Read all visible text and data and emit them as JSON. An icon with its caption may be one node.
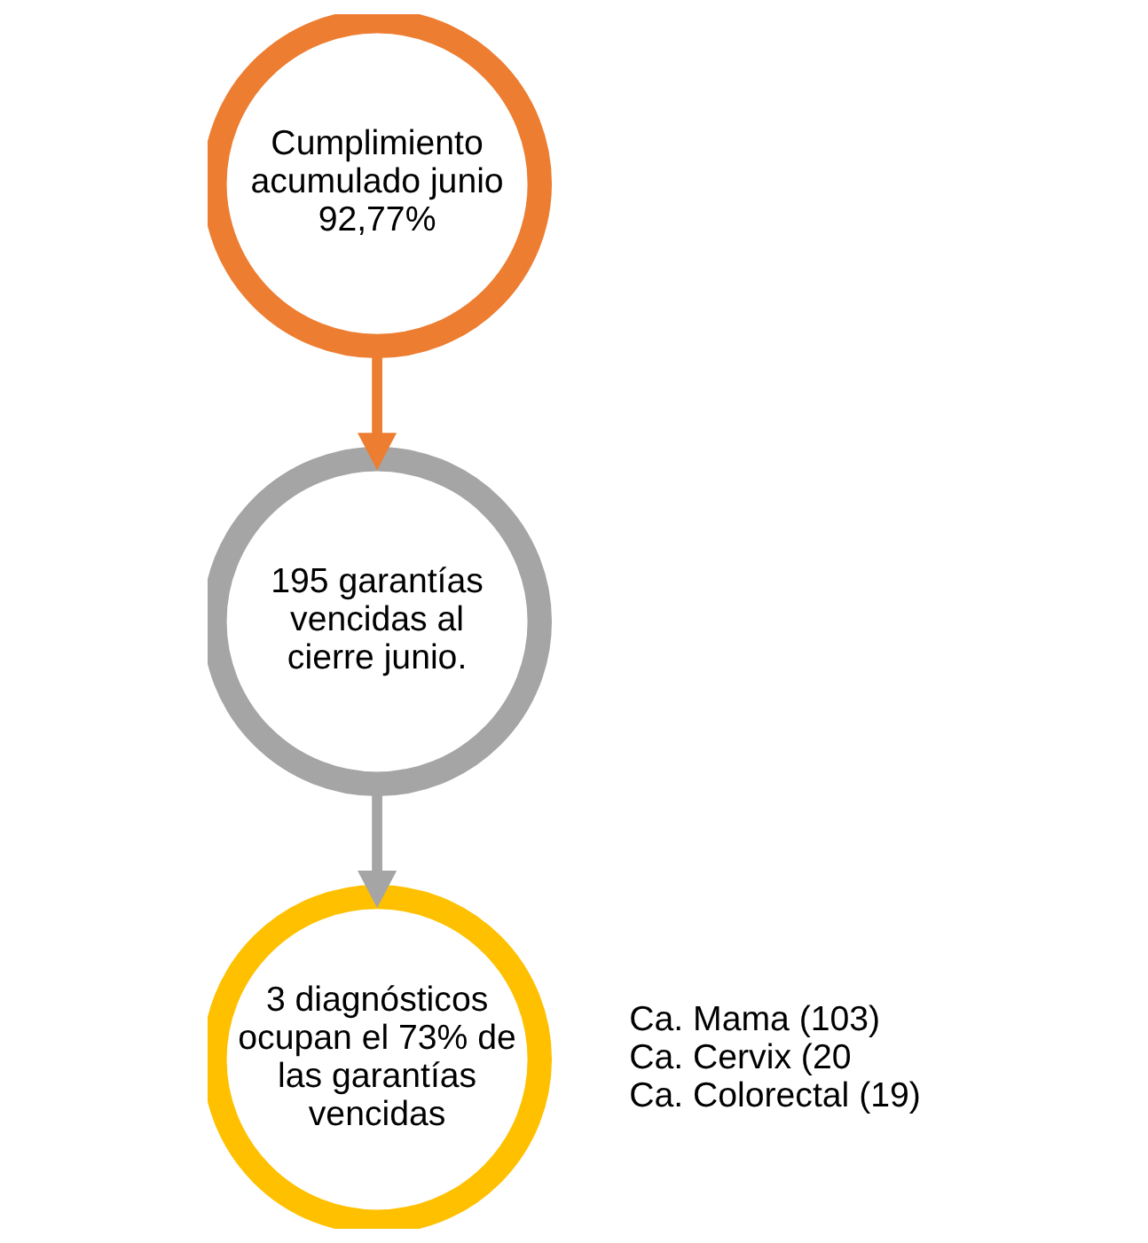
{
  "diagram": {
    "nodes": [
      {
        "text": [
          "Cumplimiento acumulado junio 92,77%"
        ]
      },
      {
        "text": [
          "195 garantías vencidas al cierre junio."
        ]
      },
      {
        "text": [
          "3 diagnósticos ocupan el 73% de las garantías vencidas"
        ],
        "beside": [
          "Ca. Mama (103)",
          "Ca. Cervix (20",
          "Ca. Colorectal (19)"
        ]
      }
    ],
    "edges": [
      {
        "from": 0,
        "to": 1,
        "arrow": "to",
        "color": "#ed7d31"
      },
      {
        "from": 1,
        "to": 2,
        "arrow": "to",
        "color": "#a5a5a5"
      }
    ]
  }
}
